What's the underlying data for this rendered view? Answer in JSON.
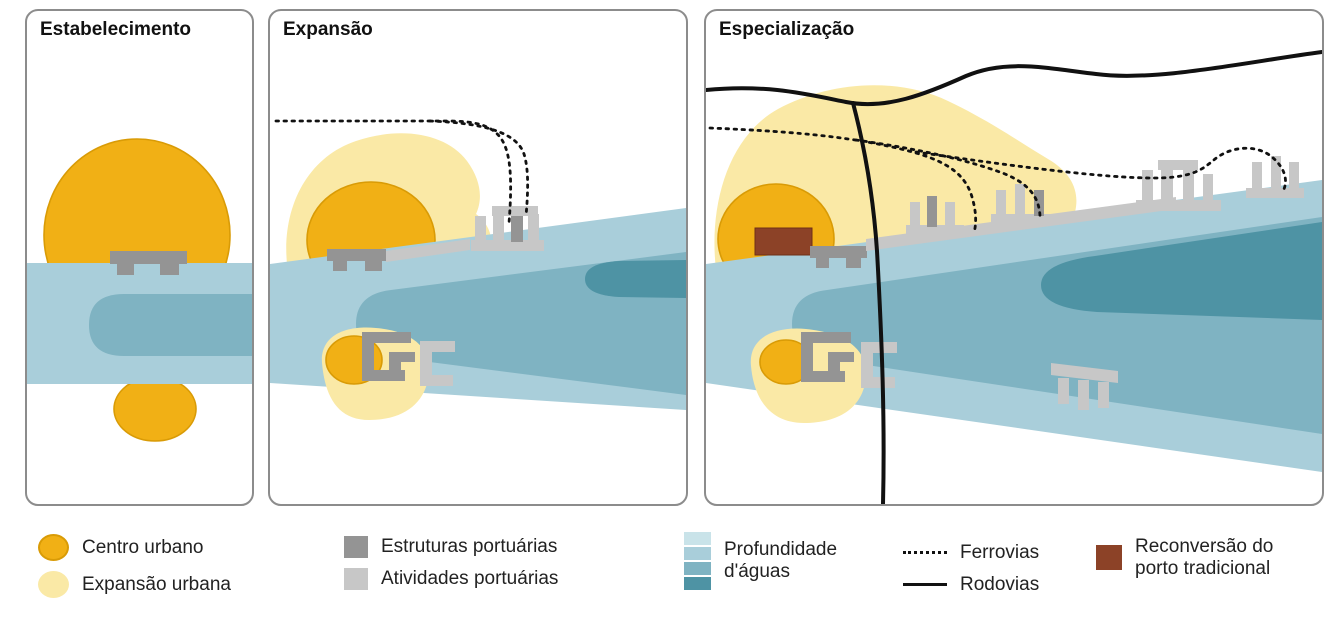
{
  "panels": [
    {
      "title": "Estabelecimento"
    },
    {
      "title": "Expansão"
    },
    {
      "title": "Especialização"
    }
  ],
  "legend": {
    "items": [
      {
        "label": "Centro urbano"
      },
      {
        "label": "Expansão urbana"
      },
      {
        "label": "Estruturas portuárias"
      },
      {
        "label": "Atividades portuárias"
      },
      {
        "label": "Profundidade d'águas"
      },
      {
        "label": "Ferrovias"
      },
      {
        "label": "Rodovias"
      },
      {
        "label": "Reconversão do porto tradicional"
      }
    ]
  },
  "colors": {
    "orange": "#F1B015",
    "orange-stroke": "#D99B06",
    "yellow": "#FAE9A6",
    "water-pale": "#C9E3E9",
    "water-light": "#A9CEDA",
    "water-mid": "#7FB3C2",
    "water-dark": "#4E93A4",
    "water-deep": "#3A7B8C",
    "gray-dark": "#949494",
    "gray-light": "#C7C7C7",
    "brown": "#8C4227",
    "line-black": "#111111",
    "panel-border": "#8C8C8C"
  }
}
